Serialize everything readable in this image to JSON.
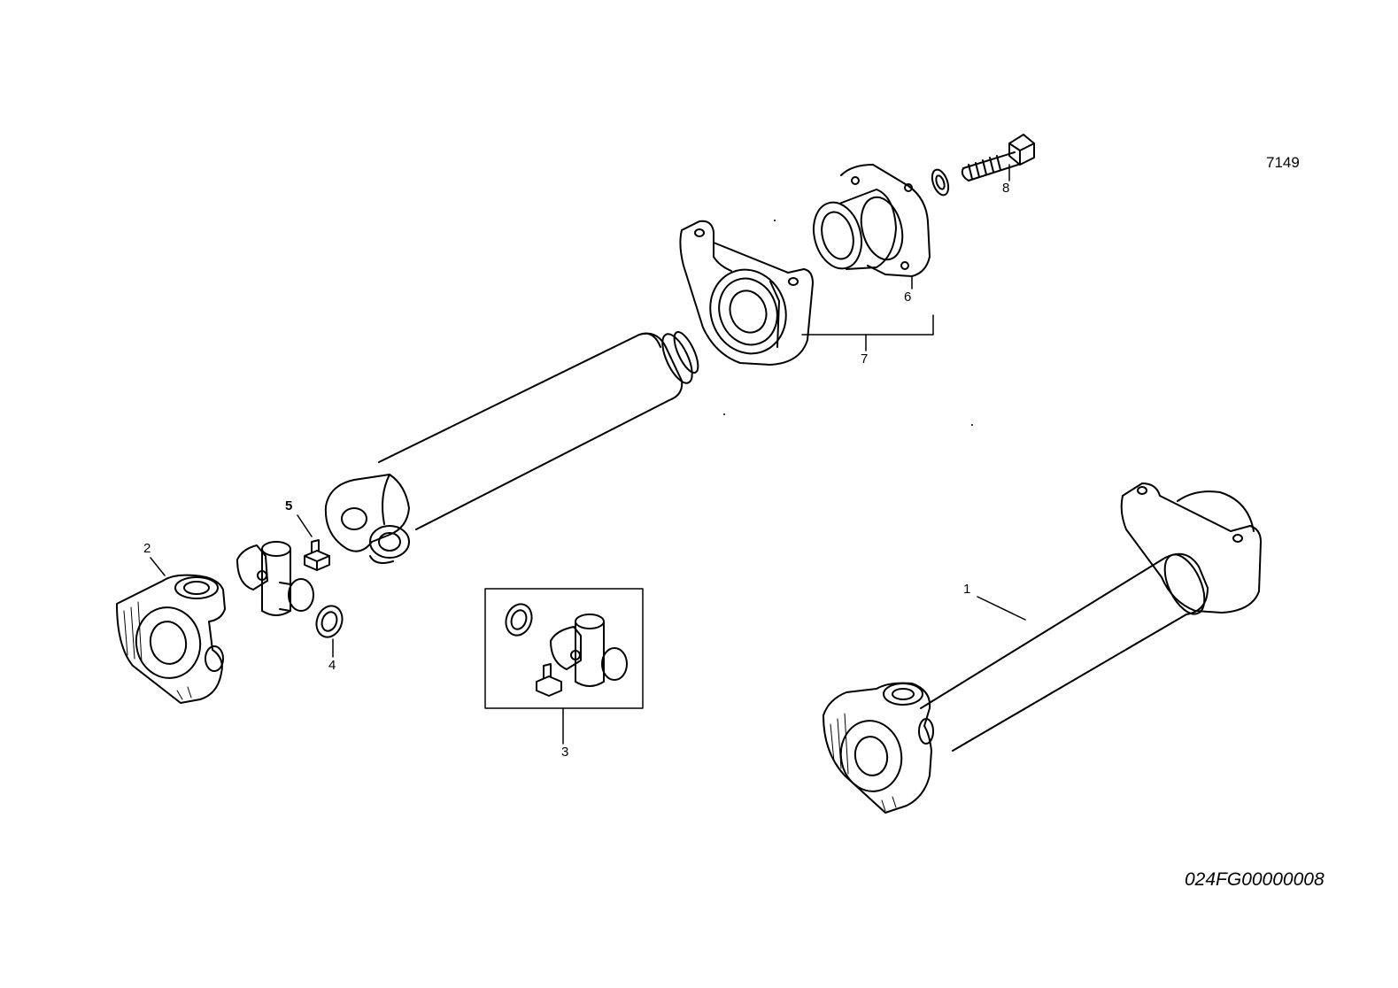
{
  "document_id": "7149",
  "reference_code": "024FG00000008",
  "callouts": {
    "c1": "1",
    "c2": "2",
    "c3": "3",
    "c4": "4",
    "c5": "5",
    "c6": "6",
    "c7": "7",
    "c8": "8"
  }
}
